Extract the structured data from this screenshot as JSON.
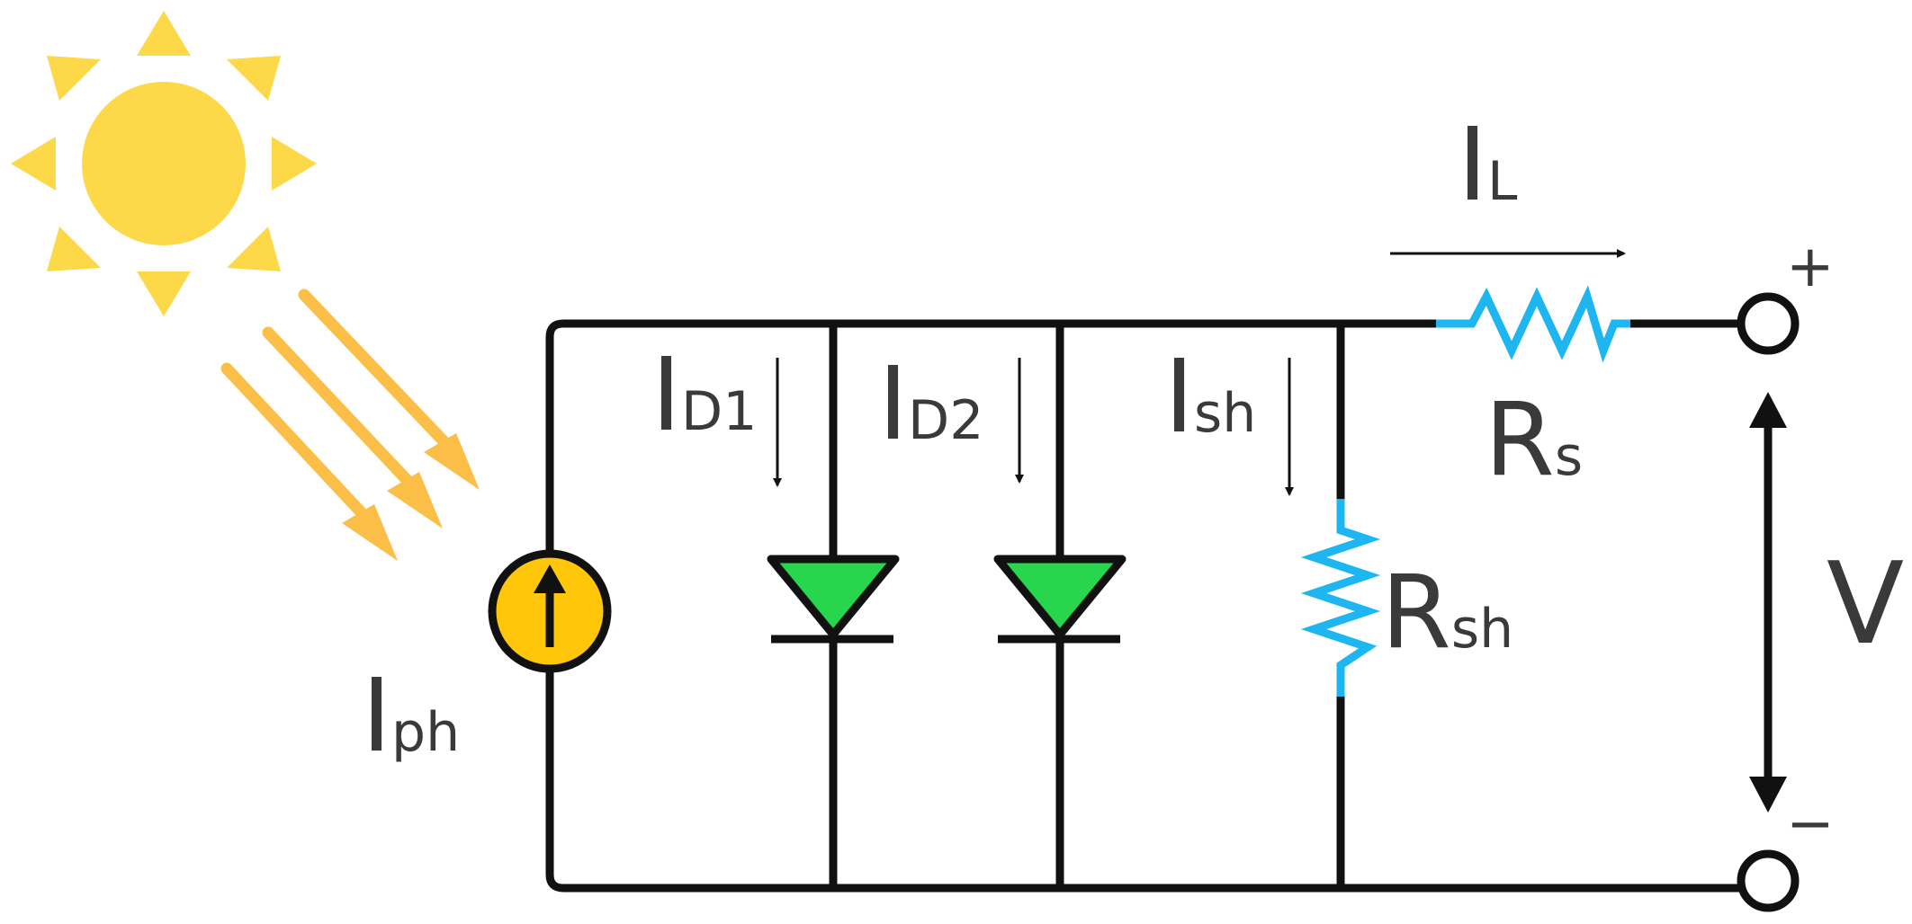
{
  "colors": {
    "sun": "#FDD94A",
    "rays": "#FBBF47",
    "current_source_fill": "#FFC60A",
    "diode_fill": "#27D64C",
    "resistor": "#1EB6F0",
    "wire": "#111111",
    "text": "#3a3a3a"
  },
  "icons": {
    "sun": "sun-icon",
    "current_source": "current-source-icon",
    "diode": "diode-icon",
    "resistor": "resistor-icon",
    "terminal": "terminal-icon"
  },
  "labels": {
    "iph": {
      "main": "I",
      "sub": "ph"
    },
    "id1": {
      "main": "I",
      "sub": "D1"
    },
    "id2": {
      "main": "I",
      "sub": "D2"
    },
    "ish": {
      "main": "I",
      "sub": "sh"
    },
    "il": {
      "main": "I",
      "sub": "L"
    },
    "rs": {
      "main": "R",
      "sub": "s"
    },
    "rsh": {
      "main": "R",
      "sub": "sh"
    },
    "v": "V",
    "plus": "+",
    "minus": "−"
  }
}
